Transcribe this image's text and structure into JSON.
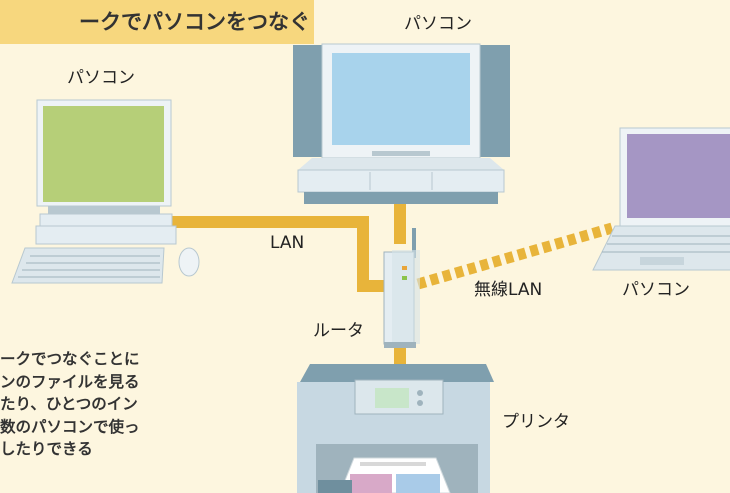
{
  "title": "ークでパソコンをつなぐ",
  "labels": {
    "pc_top": "パソコン",
    "pc_left": "パソコン",
    "pc_right": "パソコン",
    "lan": "LAN",
    "wireless_lan": "無線LAN",
    "router": "ルータ",
    "printer": "プリンタ"
  },
  "description": [
    "ークでつなぐことに",
    "ンのファイルを見る",
    "たり、ひとつのイン",
    "数のパソコンで使っ",
    "したりできる"
  ],
  "colors": {
    "background": "#fdf6df",
    "banner": "#f7d77e",
    "cable": "#e8b43a",
    "screen_top": "#a8d3ec",
    "screen_left": "#b6cf78",
    "screen_right": "#a596c4",
    "device_body": "#e4edf2",
    "device_frame": "#7f9fae"
  }
}
